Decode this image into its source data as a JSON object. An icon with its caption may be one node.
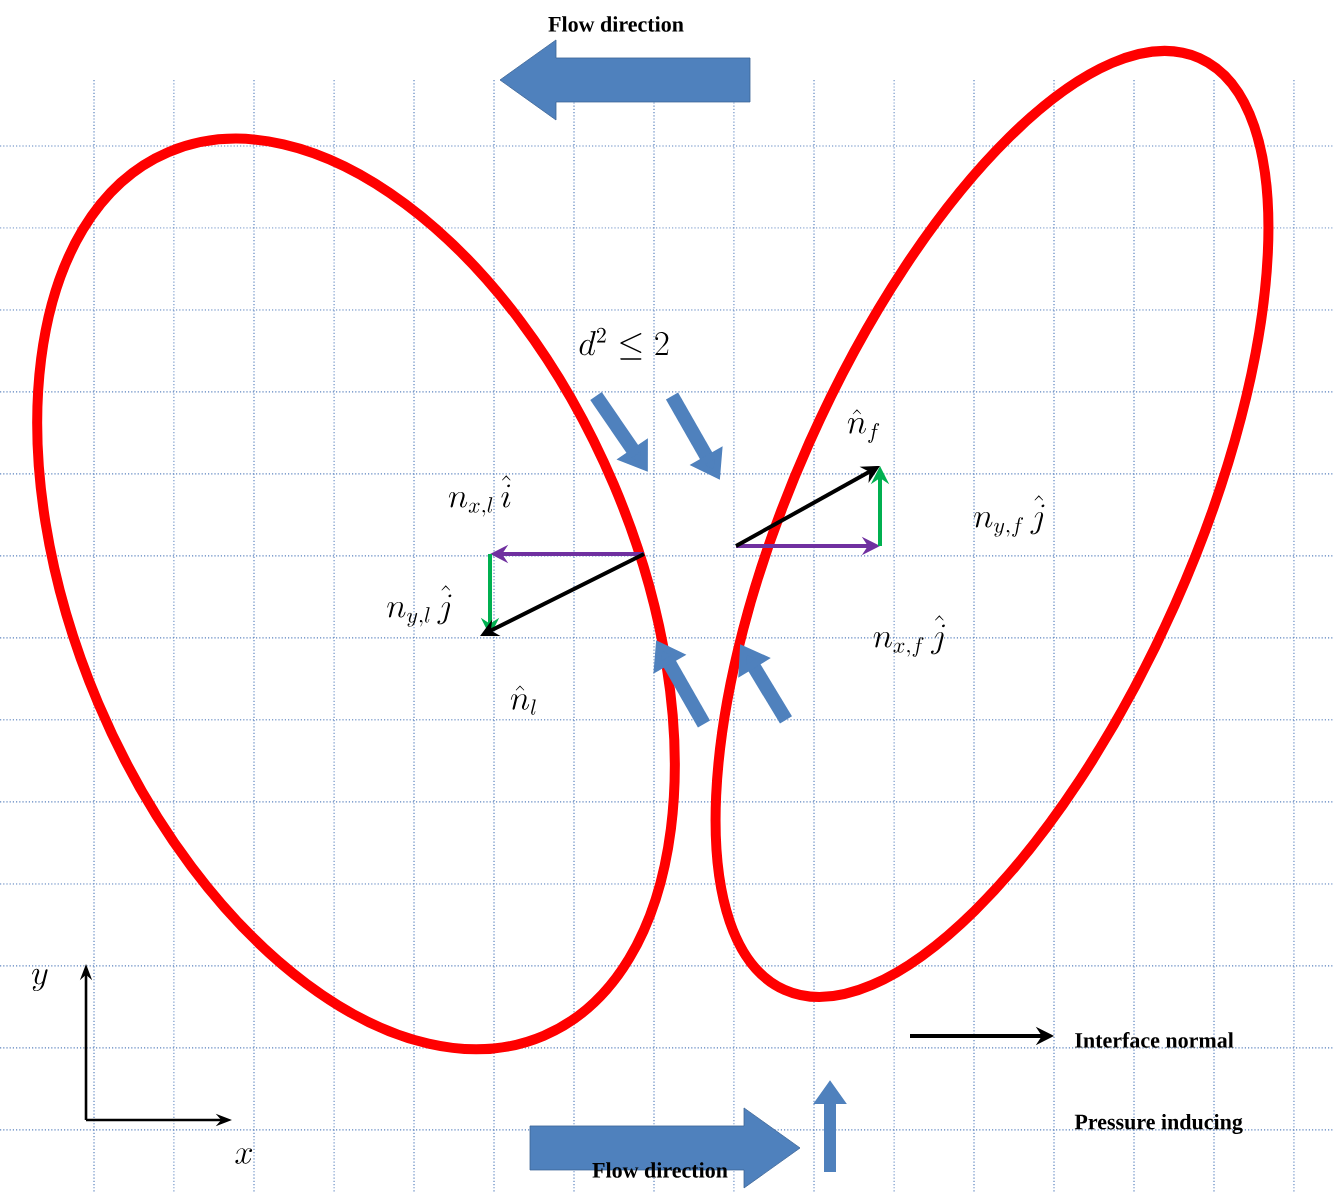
{
  "diagram": {
    "labels": [
      "Flow direction",
      "d^{2} \\leq 2",
      "\\hat{n}_{f}",
      "n_{y,f}\\,\\hat{j}",
      "n_{x,l}\\,\\hat{i}",
      "n_{y,l}\\,\\hat{j}",
      "n_{x,f}\\,\\hat{j}",
      "\\hat{n}_{l}",
      "y",
      "x",
      "Flow direction"
    ],
    "legend": [
      {
        "text": "Interface normal"
      },
      {
        "text": "Pressure inducing"
      }
    ]
  }
}
